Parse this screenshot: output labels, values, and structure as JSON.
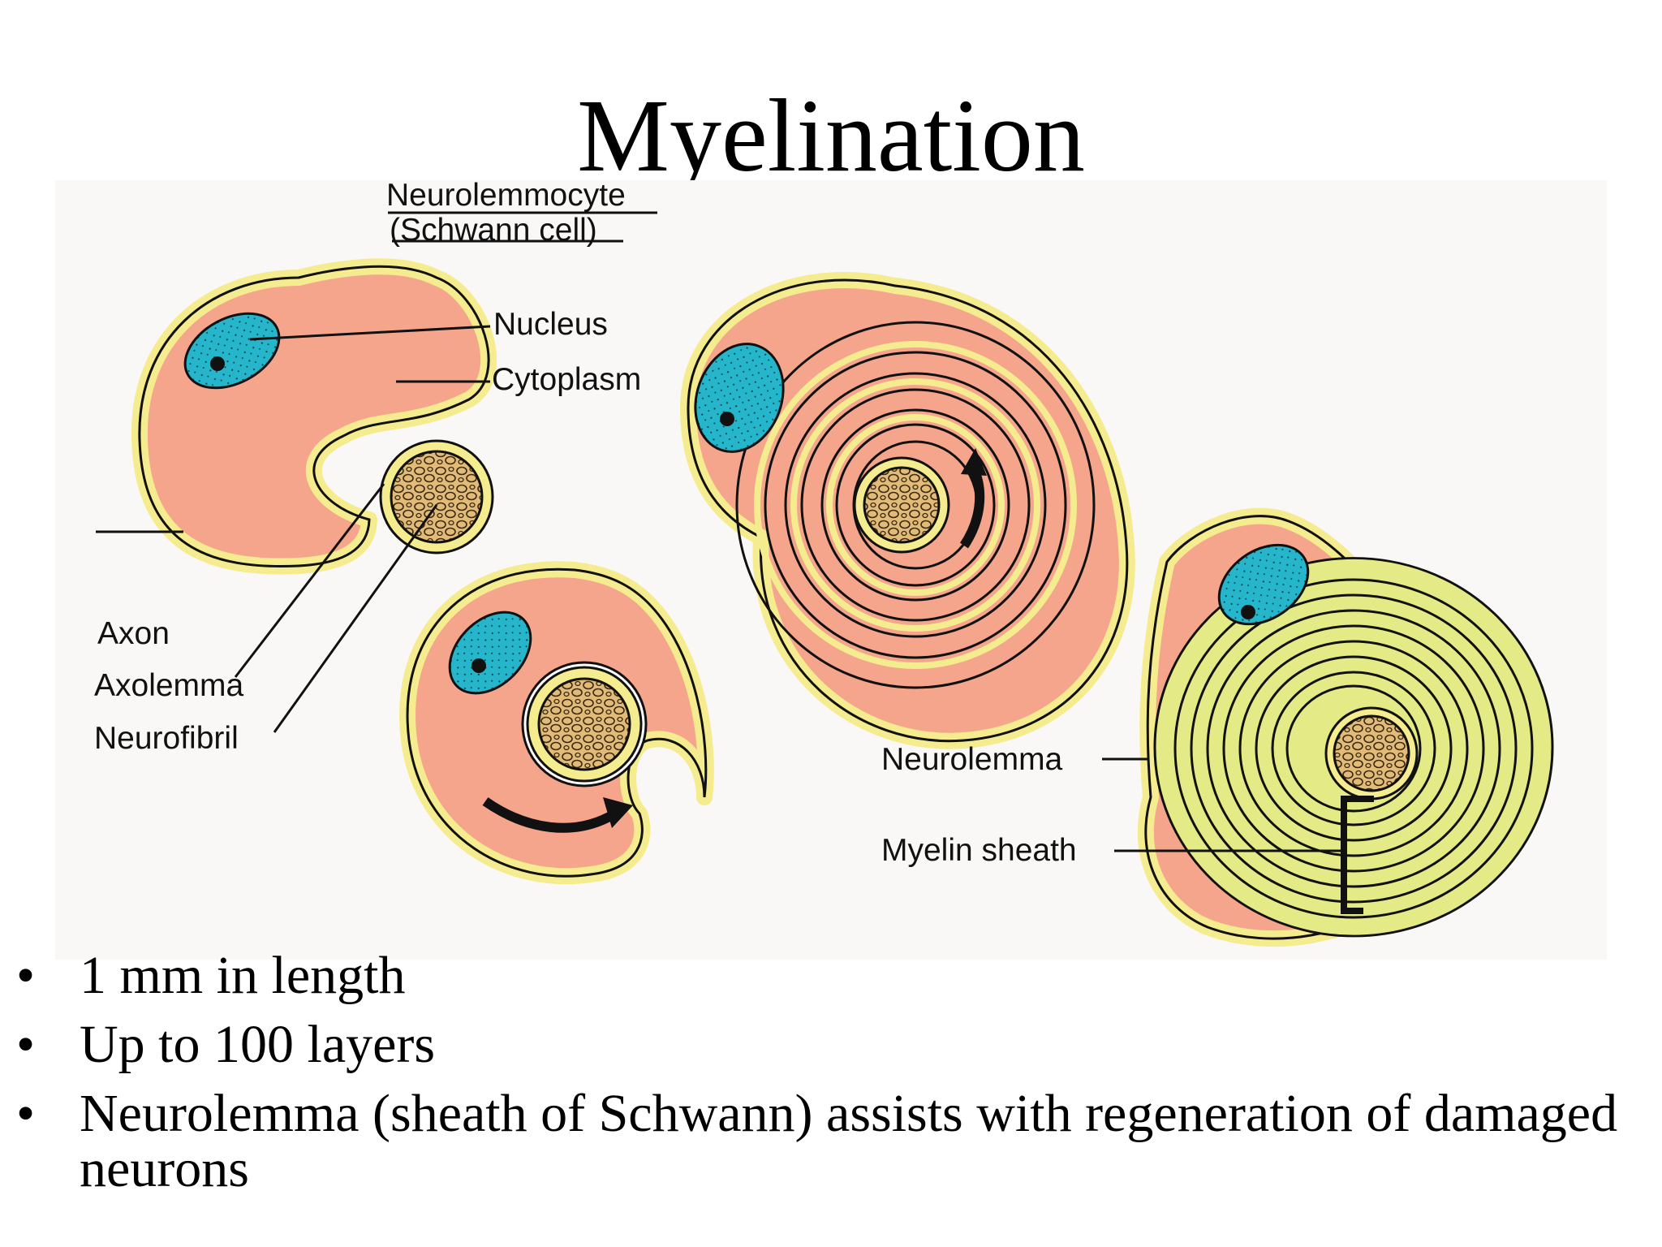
{
  "title": "Myelination",
  "figure": {
    "header_line1": "Neurolemmocyte",
    "header_line2": "(Schwann cell)",
    "label_nucleus": "Nucleus",
    "label_cytoplasm": "Cytoplasm",
    "label_axon": "Axon",
    "label_axolemma": "Axolemma",
    "label_neurofibril": "Neurofibril",
    "label_neurolemma": "Neurolemma",
    "label_myelin": "Myelin sheath",
    "colors": {
      "cytoplasm": "#f4a58c",
      "membrane": "#f4ec8e",
      "myelin": "#e4ea86",
      "nucleus": "#25b6cc",
      "axon": "#e3bb78",
      "outline": "#111111"
    }
  },
  "bullets": [
    {
      "marker": "•",
      "text": "1 mm in length"
    },
    {
      "marker": "•",
      "text": "Up to 100 layers"
    },
    {
      "marker": "•",
      "text": "Neurolemma (sheath of Schwann) assists with regeneration of damaged neurons"
    }
  ]
}
